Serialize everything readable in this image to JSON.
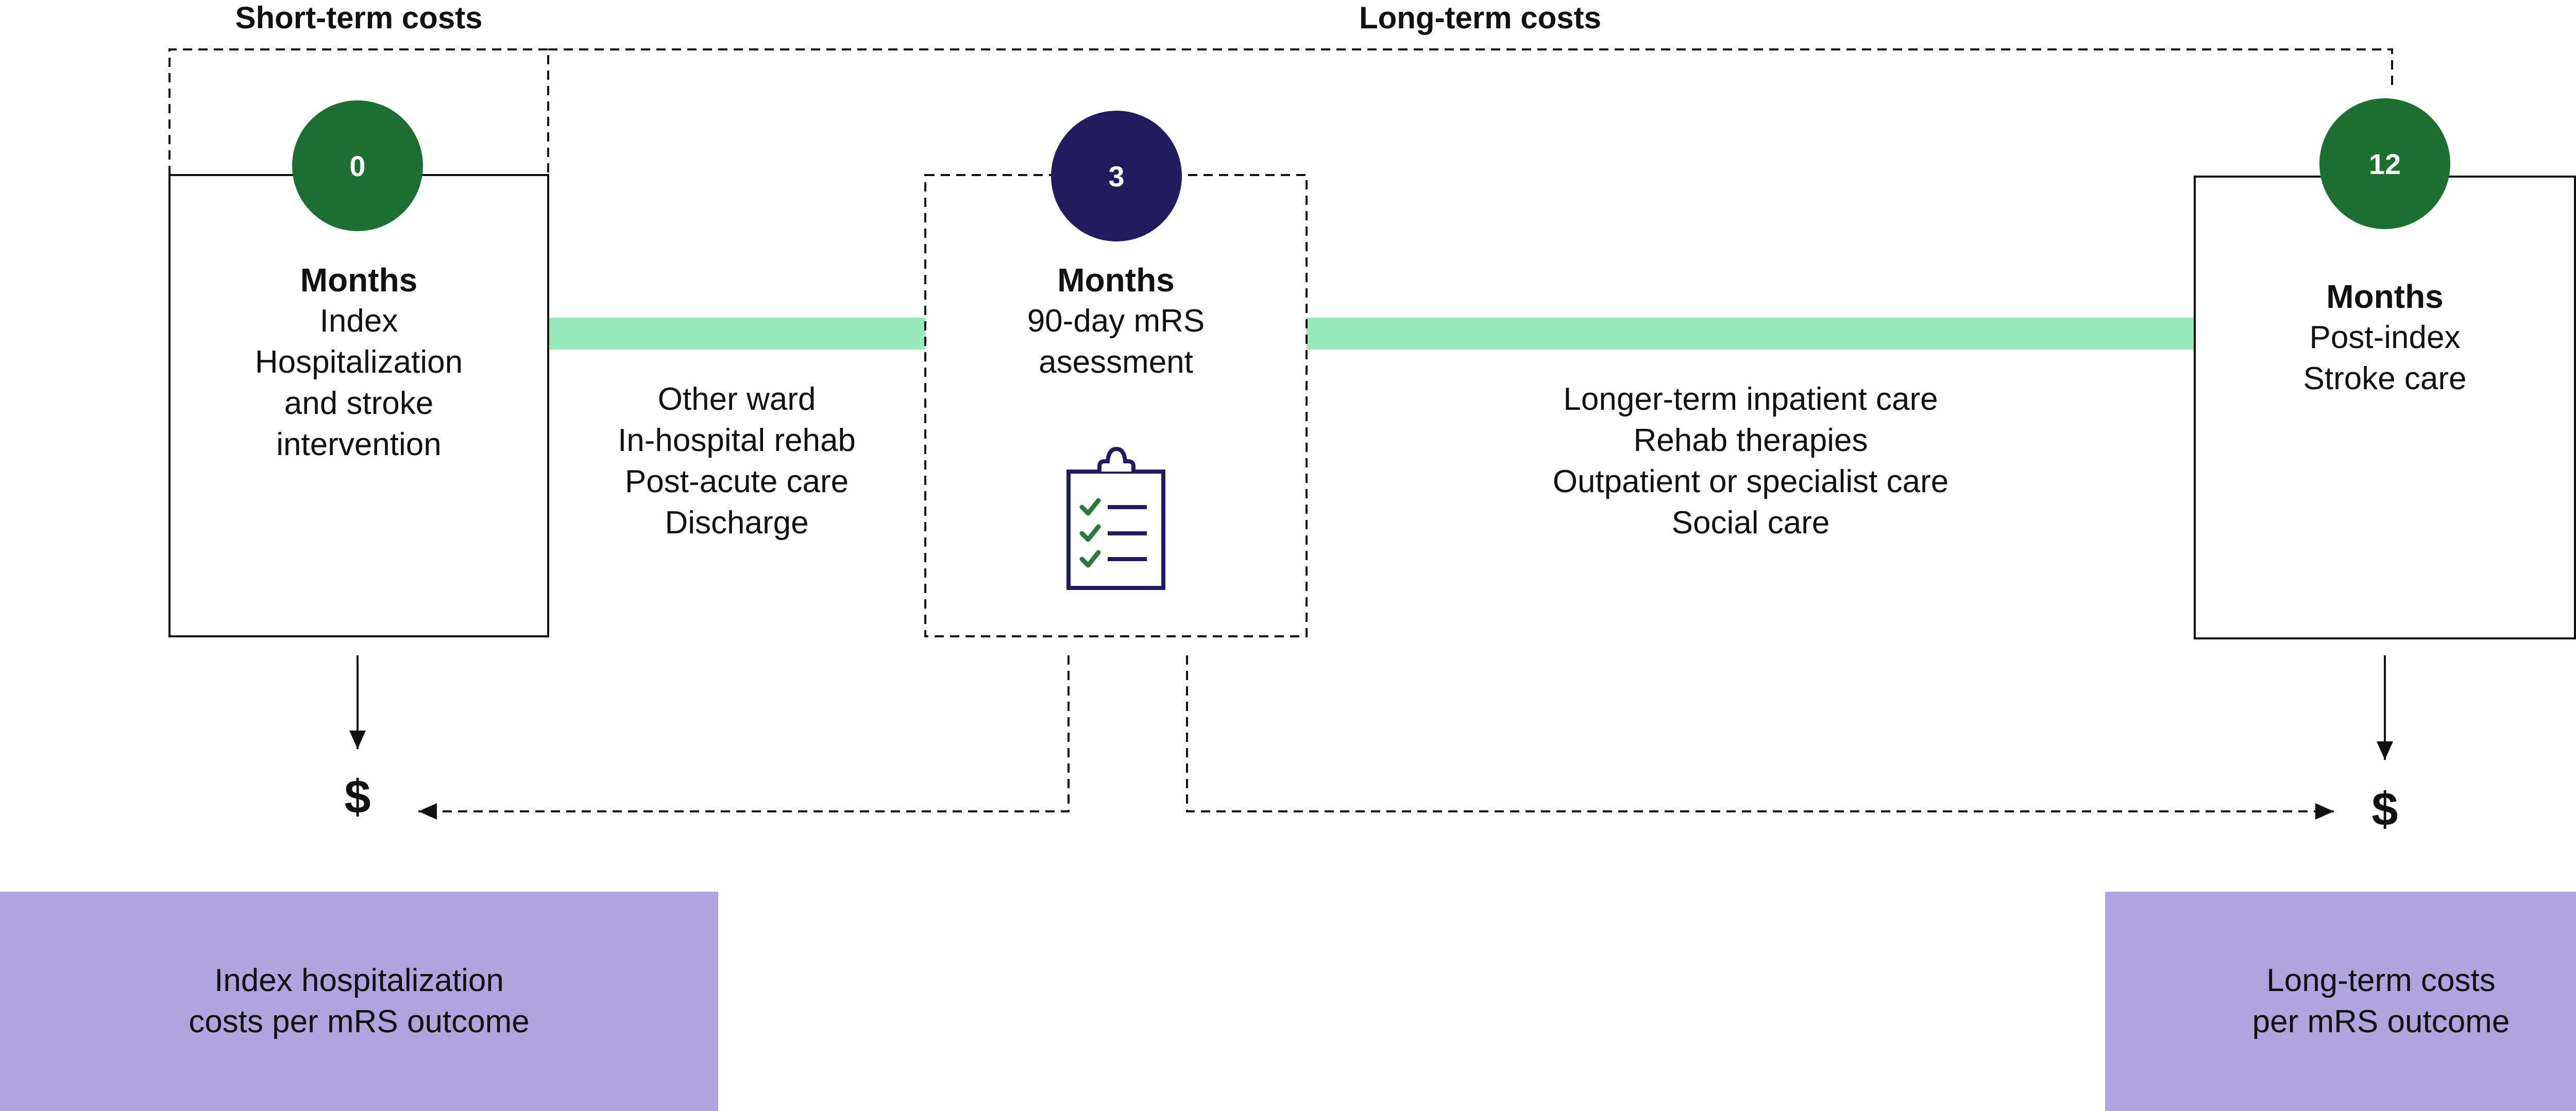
{
  "headers": {
    "short_term": "Short-term costs",
    "long_term": "Long-term costs"
  },
  "milestones": [
    {
      "number": "0",
      "title": "Months",
      "lines": [
        "Index",
        "Hospitalization",
        "and stroke",
        "intervention"
      ],
      "circle_color": "#1c6e31"
    },
    {
      "number": "3",
      "title": "Months",
      "lines": [
        "90-day mRS",
        "asessment"
      ],
      "circle_color": "#221c5e",
      "icon": "clipboard-checklist-icon"
    },
    {
      "number": "12",
      "title": "Months",
      "lines": [
        "Post-index",
        "Stroke care"
      ],
      "circle_color": "#1c6e31"
    }
  ],
  "phases": [
    {
      "lines": [
        "Other ward",
        "In-hospital rehab",
        "Post-acute care",
        "Discharge"
      ]
    },
    {
      "lines": [
        "Longer-term inpatient care",
        "Rehab therapies",
        "Outpatient or specialist care",
        "Social care"
      ]
    }
  ],
  "cost_symbol": "$",
  "outcomes": [
    {
      "lines": [
        "Index hospitalization",
        "costs per mRS outcome"
      ]
    },
    {
      "lines": [
        "Long-term costs",
        "per mRS outcome"
      ]
    }
  ],
  "colors": {
    "green_circle": "#1c6e31",
    "navy_circle": "#221c5e",
    "timeline_bar": "#97e8bb",
    "outcome_box": "#b0a4de",
    "check_green": "#2a7a3b"
  }
}
